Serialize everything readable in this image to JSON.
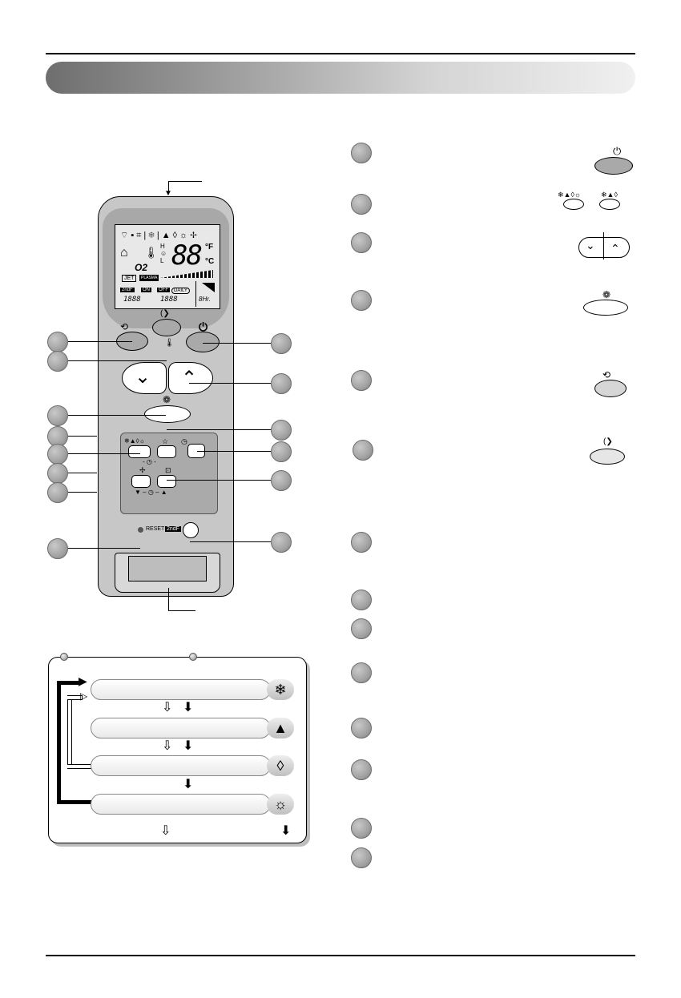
{
  "icons": {
    "power": "power-icon",
    "mode": "snowflake-auto-drop-sun-icons",
    "temp_up": "chevron-up-icon",
    "temp_down": "chevron-down-icon",
    "fan_speed": "fan-icon",
    "swing": "swing-icon",
    "jet": "jet-icon",
    "cool": "snowflake-icon",
    "auto": "auto-icon",
    "dry": "drop-icon",
    "heat": "sun-icon"
  },
  "remote": {
    "lcd": {
      "temperature": "88",
      "unit_f": "°F",
      "unit_c": "°C",
      "o2": "O2",
      "jet": "JET",
      "plasma": "PLASMA",
      "second_f": "2ndF",
      "on": "ON",
      "off": "OFF",
      "daily": "DAILY",
      "time_on": "1888",
      "time_off": "1888",
      "hours": "8Hr.",
      "fan_h": "H",
      "fan_l": "L"
    },
    "reset_label": "RESET",
    "second_f_label": "2ndF"
  },
  "colors": {
    "header_dark": "#6e6e6e",
    "header_light": "#f0f0f0",
    "badge": "#a2a2a2",
    "remote_body": "#c7c7c7"
  }
}
